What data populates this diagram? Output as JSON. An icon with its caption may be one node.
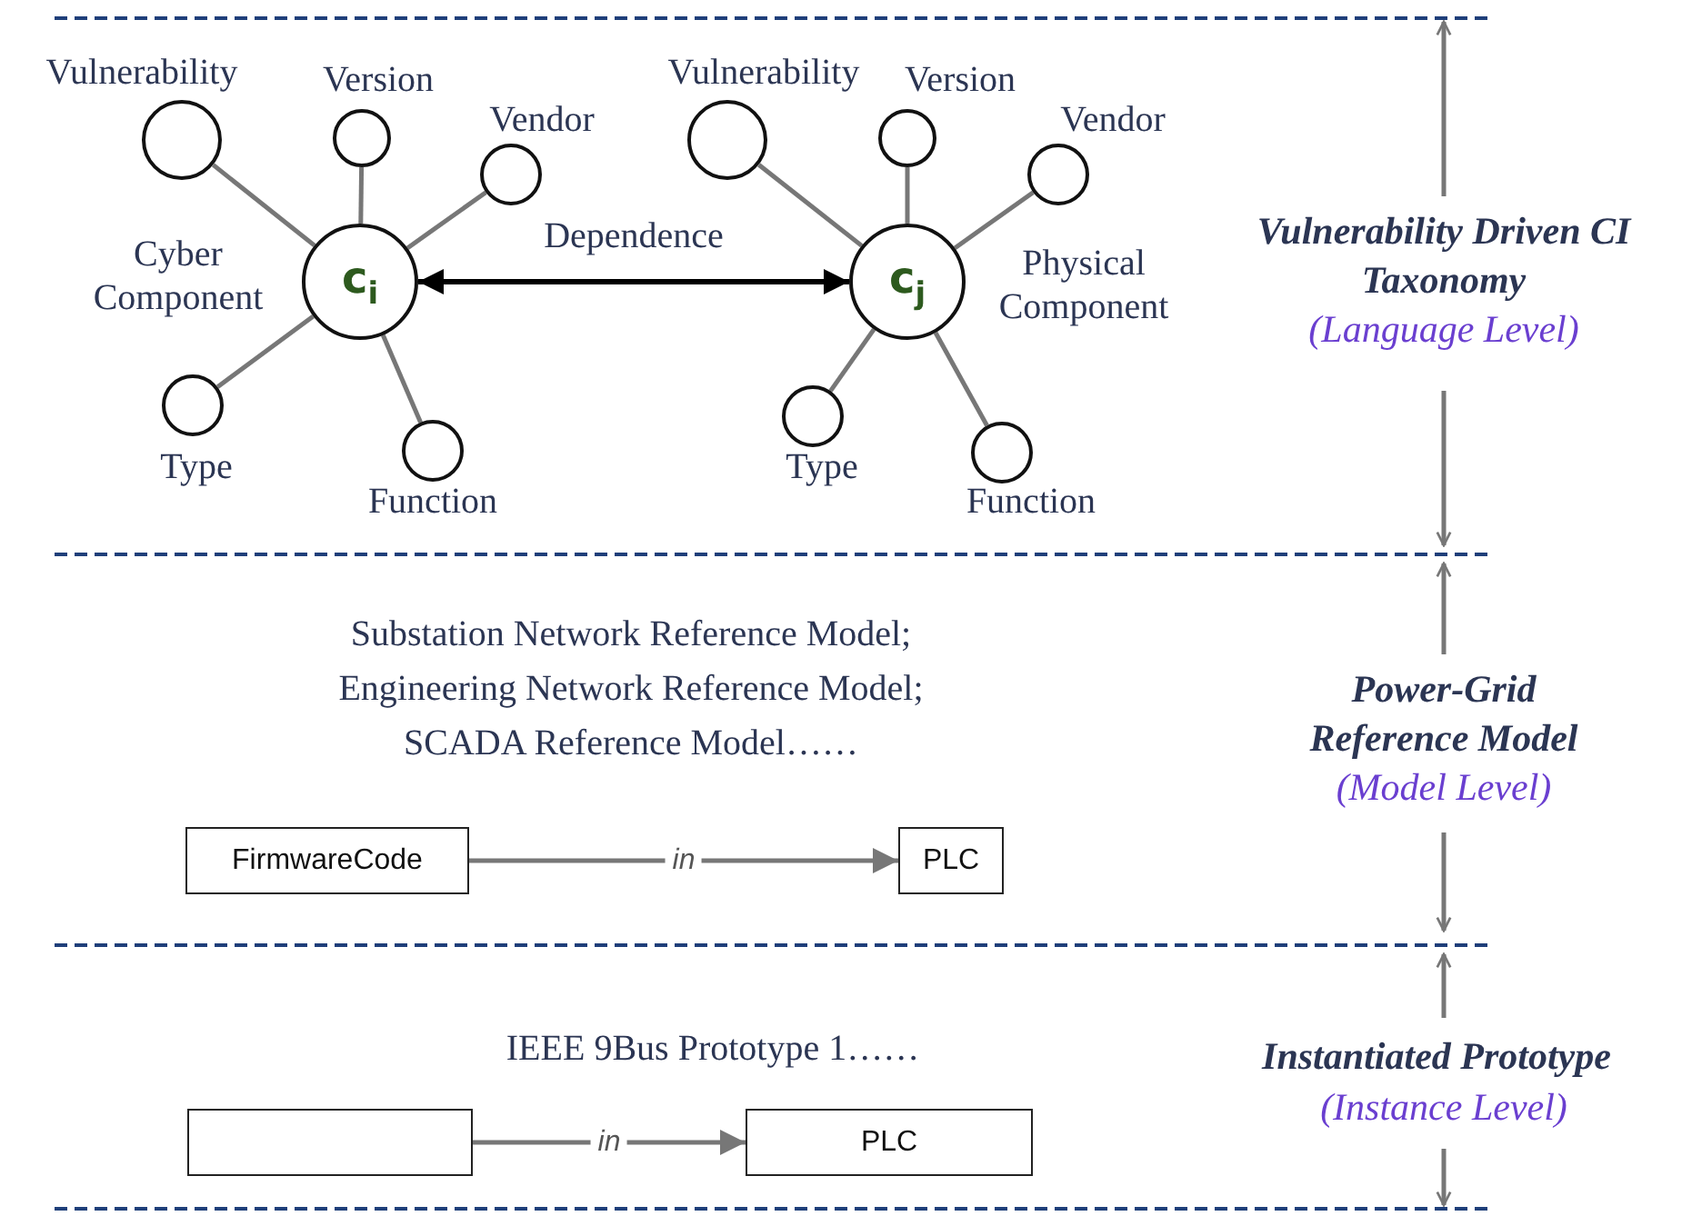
{
  "diagram": {
    "nodes": [
      {
        "text": [
          "c$_{i}$"
        ],
        "beside": [
          "Cyber Component"
        ]
      },
      {
        "text": [],
        "shape": "circle",
        "beside": [
          "Vulnerability"
        ]
      },
      {
        "text": [],
        "shape": "circle",
        "beside": [
          "Version"
        ]
      },
      {
        "text": [],
        "shape": "circle",
        "beside": [
          "Vendor"
        ]
      },
      {
        "text": [],
        "shape": "circle",
        "beside": [
          "Type"
        ]
      },
      {
        "text": [],
        "shape": "circle",
        "beside": [
          "Function"
        ]
      },
      {
        "text": [
          "c$_{j}$"
        ],
        "beside": [
          "Physical Component"
        ]
      },
      {
        "text": [],
        "shape": "circle",
        "beside": [
          "Vulnerability"
        ]
      },
      {
        "text": [],
        "shape": "circle",
        "beside": [
          "Version"
        ]
      },
      {
        "text": [],
        "shape": "circle",
        "beside": [
          "Vendor"
        ]
      },
      {
        "text": [],
        "shape": "circle",
        "beside": [
          "Type"
        ]
      },
      {
        "text": [],
        "shape": "circle",
        "beside": [
          "Function"
        ]
      },
      {
        "text": [
          "FirmwareCode"
        ]
      },
      {
        "text": [
          "PLC"
        ]
      },
      {
        "text": [],
        "shape": "box"
      },
      {
        "text": [
          "PLC"
        ]
      }
    ],
    "edges": [
      {
        "from": 0,
        "to": 1,
        "arrow": "none"
      },
      {
        "from": 0,
        "to": 2,
        "arrow": "none"
      },
      {
        "from": 0,
        "to": 3,
        "arrow": "none"
      },
      {
        "from": 0,
        "to": 4,
        "arrow": "none"
      },
      {
        "from": 0,
        "to": 5,
        "arrow": "none"
      },
      {
        "from": 0,
        "to": 6,
        "arrow": "both",
        "label": "Dependence",
        "color": "#000000"
      },
      {
        "from": 6,
        "to": 7,
        "arrow": "none"
      },
      {
        "from": 6,
        "to": 8,
        "arrow": "none"
      },
      {
        "from": 6,
        "to": 9,
        "arrow": "none"
      },
      {
        "from": 6,
        "to": 10,
        "arrow": "none"
      },
      {
        "from": 6,
        "to": 11,
        "arrow": "none"
      },
      {
        "from": 12,
        "to": 13,
        "arrow": "to",
        "label": "in"
      },
      {
        "from": 14,
        "to": 15,
        "arrow": "to",
        "label": "in"
      }
    ],
    "labels": [
      "Vulnerability Driven CI Taxonomy",
      "(Language Level)",
      "Substation Network Reference Model; Engineering Network Reference Model; SCADA Reference Model……",
      "Power-Grid Reference Model",
      "(Model Level)",
      "IEEE 9Bus Prototype 1……",
      "Instantiated Prototype",
      "(Instance Level)"
    ]
  }
}
